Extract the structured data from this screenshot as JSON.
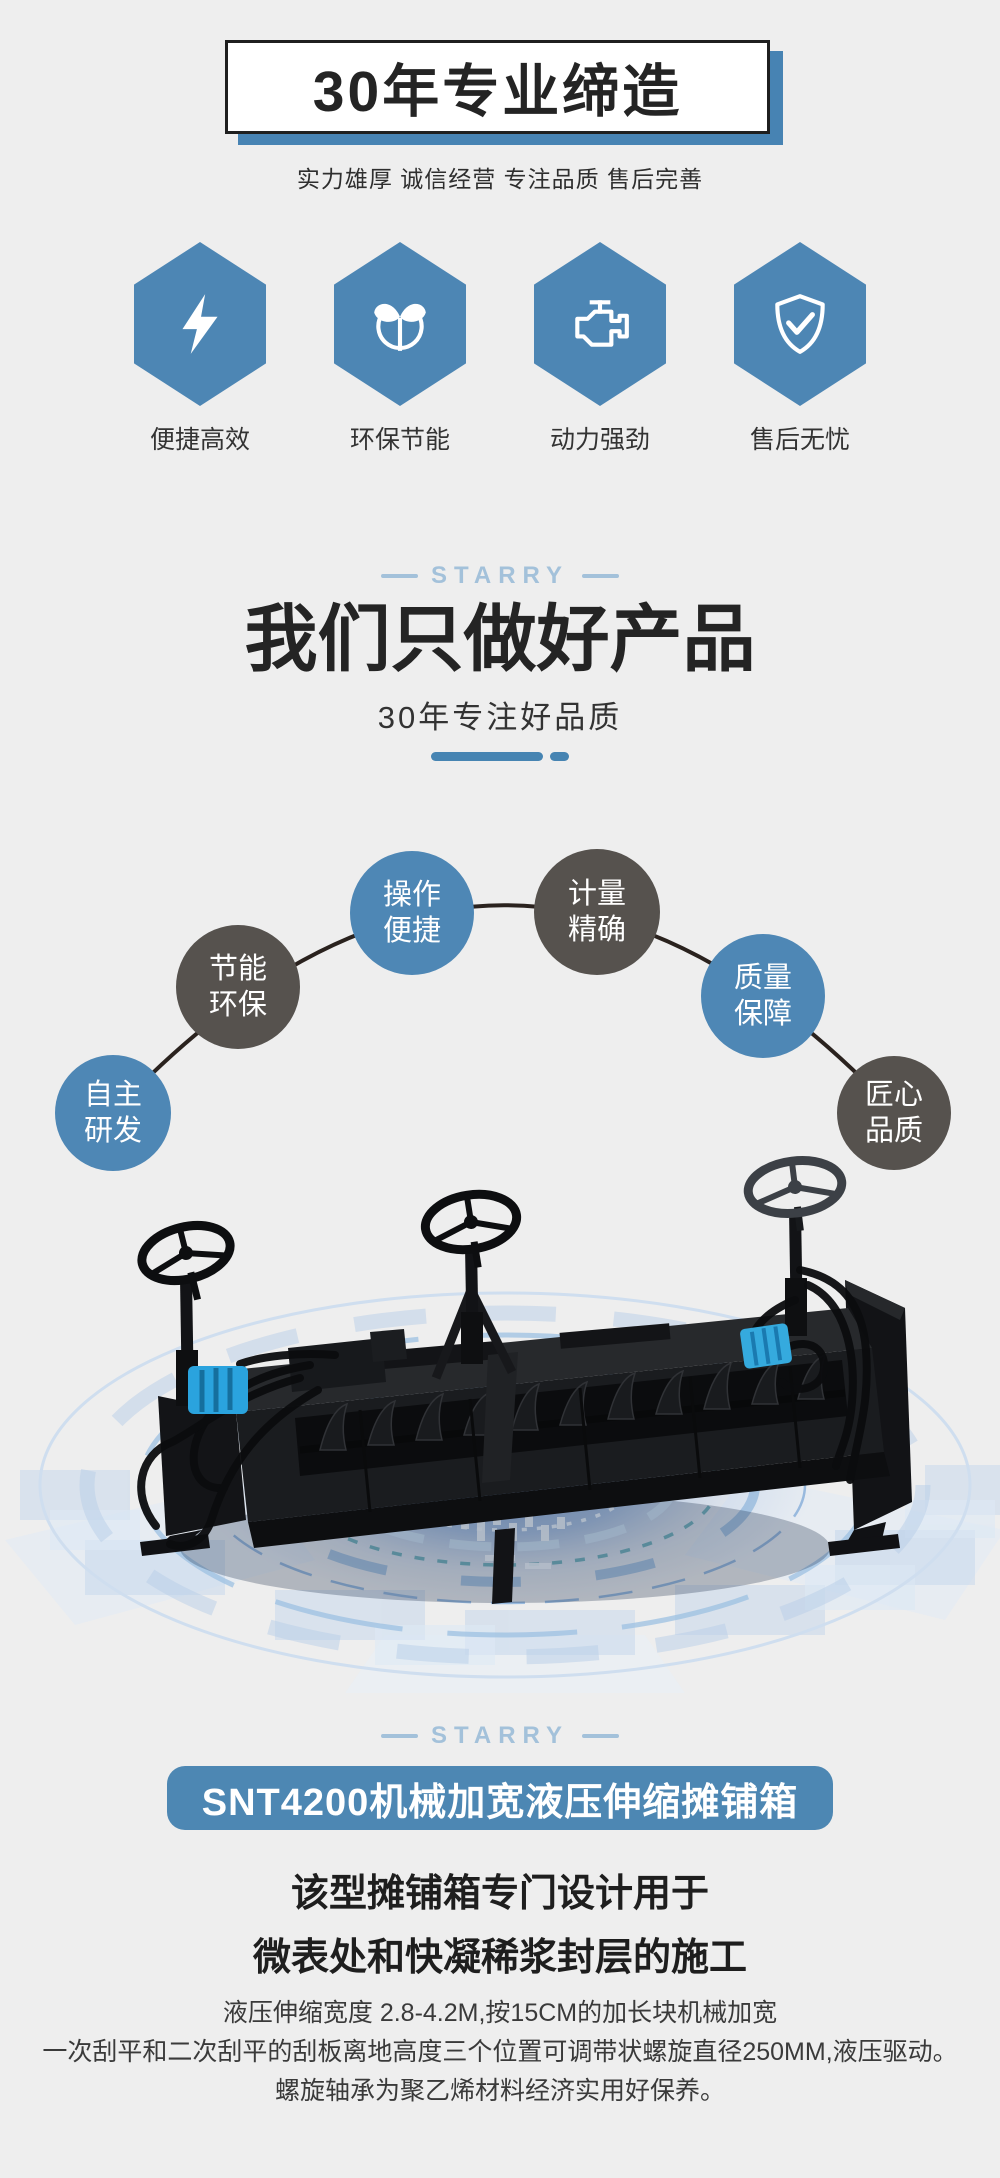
{
  "header": {
    "title": "30年专业缔造",
    "tagline": "实力雄厚 诚信经营 专注品质 售后完善"
  },
  "features": [
    {
      "label": "便捷高效",
      "icon": "lightning-icon"
    },
    {
      "label": "环保节能",
      "icon": "sprout-icon"
    },
    {
      "label": "动力强劲",
      "icon": "engine-icon"
    },
    {
      "label": "售后无忧",
      "icon": "shield-check-icon"
    }
  ],
  "sections": {
    "intro": {
      "brand": "STARRY",
      "title_regular": "我们只做",
      "title_emphasis": "好产品",
      "subtitle": "30年专注好品质"
    },
    "product": {
      "brand": "STARRY",
      "model_banner": "SNT4200机械加宽液压伸缩摊铺箱",
      "heading_lines": [
        "该型摊铺箱专门设计用于",
        "微表处和快凝稀浆封层的施工"
      ],
      "description_lines": [
        "液压伸缩宽度 2.8-4.2M,按15CM的加长块机械加宽",
        "一次刮平和二次刮平的刮板离地高度三个位置可调带状螺旋直径250MM,液压驱动。",
        "螺旋轴承为聚乙烯材料经济实用好保养。"
      ]
    }
  },
  "badges": [
    {
      "line1": "自主",
      "line2": "研发",
      "color": "#4e87b5"
    },
    {
      "line1": "节能",
      "line2": "环保",
      "color": "#56524e"
    },
    {
      "line1": "操作",
      "line2": "便捷",
      "color": "#4e87b5"
    },
    {
      "line1": "计量",
      "line2": "精确",
      "color": "#56524e"
    },
    {
      "line1": "质量",
      "line2": "保障",
      "color": "#4e87b5"
    },
    {
      "line1": "匠心",
      "line2": "品质",
      "color": "#56524e"
    }
  ],
  "colors": {
    "background": "#eeeeee",
    "accent_blue": "#4d86b4",
    "banner_shadow_blue": "#4783b3",
    "starry_blue": "#a3c1da",
    "pill_blue": "#4d87b3",
    "badge_blue": "#4e87b5",
    "badge_gray": "#56524e",
    "hydraulic_motor_blue": "#2aa3de"
  }
}
